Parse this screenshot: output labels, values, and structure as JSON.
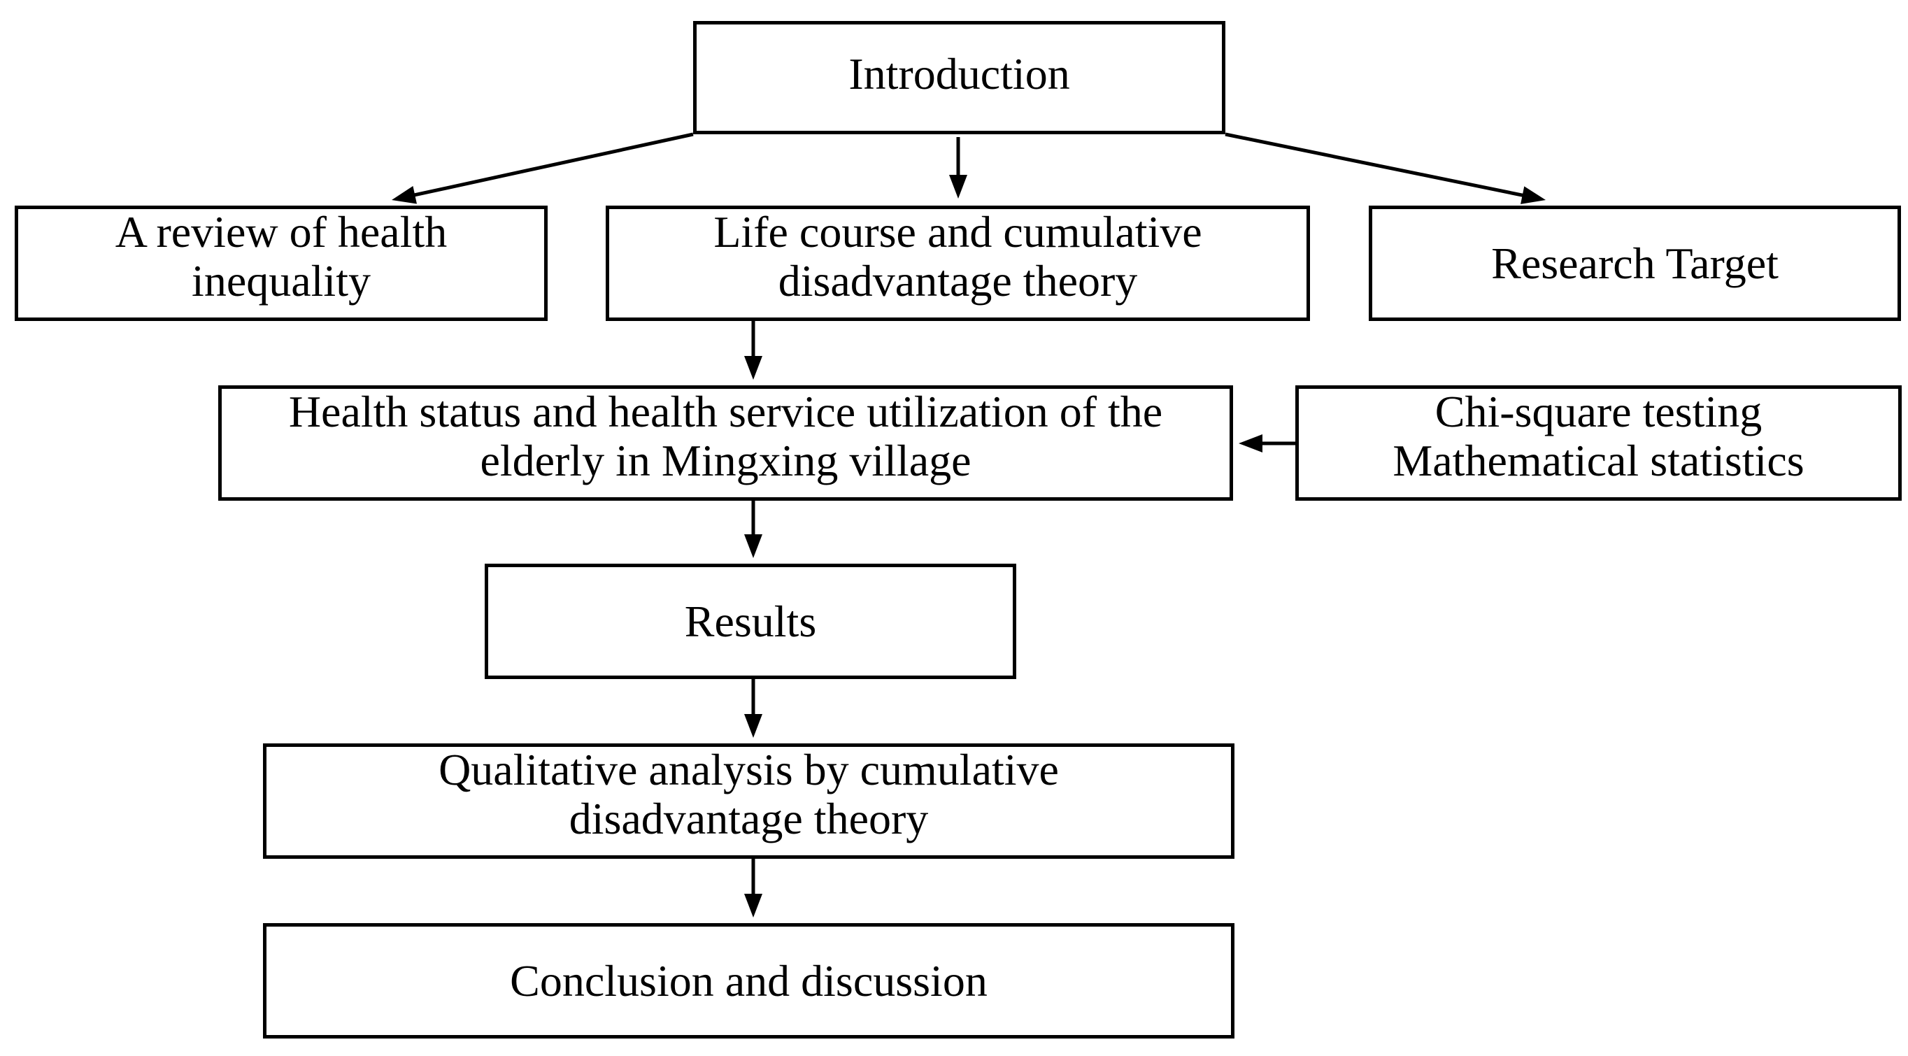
{
  "diagram": {
    "nodes": {
      "introduction": {
        "lines": [
          "Introduction"
        ]
      },
      "review": {
        "lines": [
          "A review of health",
          "inequality"
        ]
      },
      "lifecourse": {
        "lines": [
          "Life course and cumulative",
          "disadvantage theory"
        ]
      },
      "target": {
        "lines": [
          "Research Target"
        ]
      },
      "health": {
        "lines": [
          "Health status and health service utilization of the",
          "elderly in Mingxing village"
        ]
      },
      "methods": {
        "lines": [
          "Chi-square testing",
          "Mathematical statistics"
        ]
      },
      "results": {
        "lines": [
          "Results"
        ]
      },
      "qualitative": {
        "lines": [
          "Qualitative analysis by cumulative",
          "disadvantage theory"
        ]
      },
      "conclusion": {
        "lines": [
          "Conclusion and discussion"
        ]
      }
    },
    "edges": [
      {
        "from": "introduction",
        "to": "review"
      },
      {
        "from": "introduction",
        "to": "lifecourse"
      },
      {
        "from": "introduction",
        "to": "target"
      },
      {
        "from": "lifecourse",
        "to": "health"
      },
      {
        "from": "methods",
        "to": "health"
      },
      {
        "from": "health",
        "to": "results"
      },
      {
        "from": "results",
        "to": "qualitative"
      },
      {
        "from": "qualitative",
        "to": "conclusion"
      }
    ],
    "colors": {
      "stroke": "#000000",
      "background": "#ffffff",
      "text": "#000000"
    }
  }
}
